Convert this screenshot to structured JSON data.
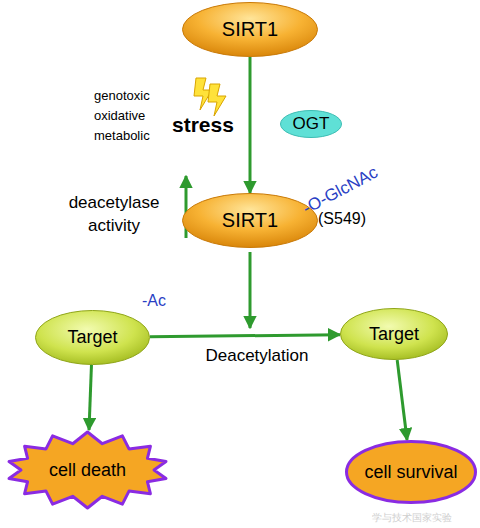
{
  "diagram": {
    "nodes": [
      {
        "text": [
          "SIRT1"
        ]
      },
      {
        "text": [
          "OGT"
        ]
      },
      {
        "text": [
          "SIRT1"
        ]
      },
      {
        "text": [
          "Target"
        ]
      },
      {
        "text": [
          "Target"
        ]
      },
      {
        "text": [
          "cell death"
        ]
      },
      {
        "text": [
          "cell survival"
        ]
      }
    ],
    "edges": [
      {
        "from": 0,
        "to": 2,
        "arrow": "to"
      },
      {
        "from": 3,
        "to": 4,
        "label": "Deacetylation",
        "arrow": "to"
      },
      {
        "from": 3,
        "to": 5,
        "arrow": "to"
      },
      {
        "from": 4,
        "to": 6,
        "arrow": "to"
      }
    ],
    "labels": [
      "genotoxic",
      "oxidative",
      "metabolic",
      "stress",
      "deacetylase activity",
      "-O-GlcNAc",
      "(S549)",
      "-Ac",
      "学与技术国家实验"
    ]
  }
}
